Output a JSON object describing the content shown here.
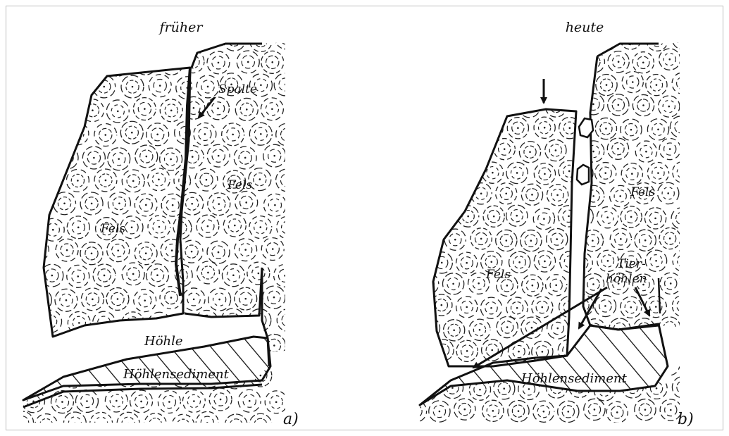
{
  "panels": [
    {
      "title": "früher",
      "letter": "a)",
      "labels": {
        "spalte": "Spalte",
        "fels_left": "Fels",
        "fels_right": "Fels",
        "hoehle": "Höhle",
        "sediment": "Höhlensediment"
      }
    },
    {
      "title": "heute",
      "letter": "b)",
      "labels": {
        "fels_left": "Fels",
        "fels_right": "Fels",
        "tierhoehlen_1": "Tier-",
        "tierhoehlen_2": "höhlen",
        "sediment": "Höhlensediment"
      }
    }
  ]
}
